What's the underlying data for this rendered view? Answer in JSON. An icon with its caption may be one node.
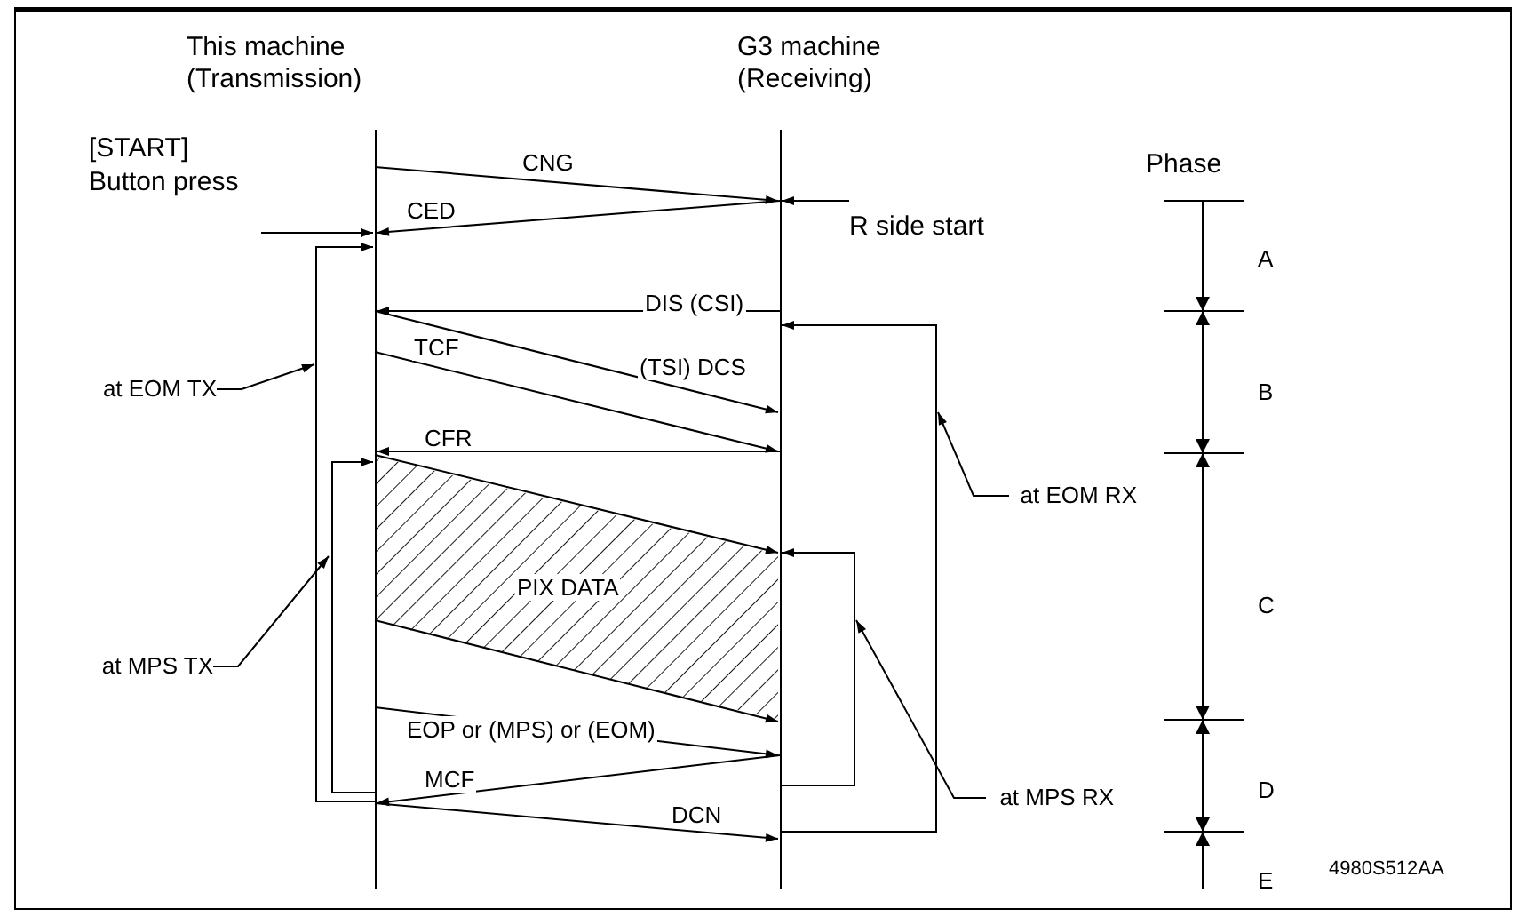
{
  "diagram": {
    "nodes": [
      {
        "text": [
          "This machine (Transmission)"
        ]
      },
      {
        "text": [
          "G3 machine (Receiving)"
        ]
      },
      {
        "text": [
          "at EOM TX"
        ]
      },
      {
        "text": [
          "at MPS TX"
        ]
      },
      {
        "text": [
          "at EOM RX"
        ]
      },
      {
        "text": [
          "at MPS RX"
        ]
      },
      {
        "text": [
          "[START] Button press"
        ]
      },
      {
        "text": [
          "R side start"
        ]
      }
    ],
    "edges": [
      {
        "from": 0,
        "to": 1,
        "arrow": "to",
        "label": "CNG"
      },
      {
        "from": 7,
        "to": 1,
        "arrow": "to"
      },
      {
        "from": 1,
        "to": 0,
        "arrow": "to",
        "label": "CED"
      },
      {
        "from": 6,
        "to": 0,
        "arrow": "to"
      },
      {
        "from": 1,
        "to": 0,
        "arrow": "to",
        "label": "DIS (CSI)"
      },
      {
        "from": 0,
        "to": 1,
        "arrow": "to",
        "label": "(TSI) DCS"
      },
      {
        "from": 0,
        "to": 1,
        "arrow": "to",
        "label": "TCF"
      },
      {
        "from": 1,
        "to": 0,
        "arrow": "to",
        "label": "CFR"
      },
      {
        "from": 0,
        "to": 1,
        "arrow": "to",
        "label": "PIX DATA"
      },
      {
        "from": 0,
        "to": 1,
        "arrow": "to"
      },
      {
        "from": 0,
        "to": 1,
        "arrow": "to",
        "label": "EOP or (MPS) or (EOM)"
      },
      {
        "from": 1,
        "to": 0,
        "arrow": "to",
        "label": "MCF"
      },
      {
        "from": 0,
        "to": 1,
        "arrow": "to",
        "label": "DCN"
      },
      {
        "from": 0,
        "to": 0,
        "arrow": "to"
      },
      {
        "from": 0,
        "to": 0,
        "arrow": "to"
      },
      {
        "from": 1,
        "to": 1,
        "arrow": "to"
      },
      {
        "from": 1,
        "to": 1,
        "arrow": "to"
      },
      {
        "from": 2,
        "to": null,
        "arrow": "to"
      },
      {
        "from": 3,
        "to": null,
        "arrow": "to"
      },
      {
        "from": 4,
        "to": null,
        "arrow": "to"
      },
      {
        "from": 5,
        "to": null,
        "arrow": "to"
      }
    ],
    "labels": [
      "Phase",
      "A",
      "B",
      "C",
      "D",
      "E",
      "4980S512AA"
    ]
  }
}
